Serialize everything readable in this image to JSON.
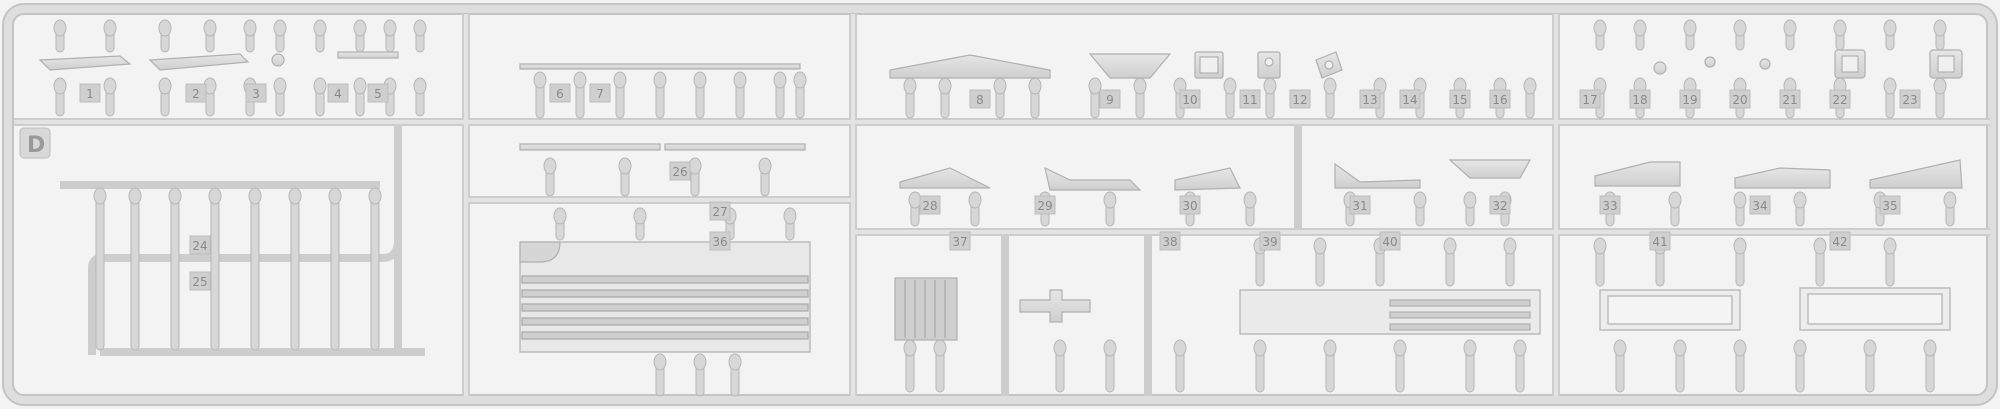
{
  "sprue": {
    "frame_label": "D",
    "colors": {
      "background": "#f3f3f3",
      "plastic": "#dcdcdc",
      "plastic_edge": "#b9b9b9",
      "tag": "#cfcfcf",
      "tag_text": "#8a8a8a"
    }
  },
  "part_numbers": [
    "1",
    "2",
    "3",
    "4",
    "5",
    "6",
    "7",
    "8",
    "9",
    "10",
    "11",
    "12",
    "13",
    "14",
    "15",
    "16",
    "17",
    "18",
    "19",
    "20",
    "21",
    "22",
    "23",
    "24",
    "25",
    "26",
    "27",
    "28",
    "29",
    "30",
    "31",
    "32",
    "33",
    "34",
    "35",
    "36",
    "37",
    "38",
    "39",
    "40",
    "41",
    "42"
  ]
}
